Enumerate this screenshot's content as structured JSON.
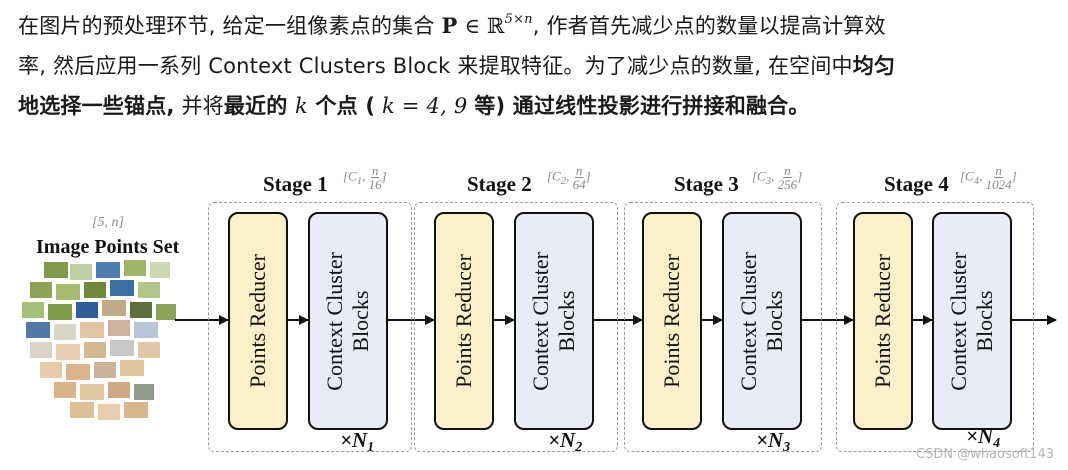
{
  "paragraph": {
    "line1_a": "在图片的预处理环节, 给定一组像素点的集合 ",
    "set_symbol": "P",
    "in_symbol": " ∈ ℝ",
    "set_exponent": "5×n",
    "line1_b": ", 作者首先减少点的数量以提高计算效",
    "line2": "率, 然后应用一系列 Context Clusters Block 来提取特征。为了减少点的数量, 在空间中",
    "bold1": "均匀",
    "bold2": "地选择一些锚点,",
    "line3_a": " 并将",
    "bold3": "最近的 ",
    "k_symbol": "k",
    "bold4": " 个点 (",
    "k_expr": " k = 4, 9 ",
    "bold5": "等) 通过线性投影进行拼接和融合。"
  },
  "diagram": {
    "input": {
      "label": "Image Points Set",
      "dim": "[5, n]"
    },
    "stages": [
      {
        "title": "Stage 1",
        "dim_prefix": "[C",
        "dim_sub": "1",
        "dim_num": "n",
        "dim_den": "16",
        "reducer": "Points Reducer",
        "cluster": "Context Cluster\nBlocks",
        "repeat": "N",
        "repeat_sub": "1"
      },
      {
        "title": "Stage 2",
        "dim_prefix": "[C",
        "dim_sub": "2",
        "dim_num": "n",
        "dim_den": "64",
        "reducer": "Points Reducer",
        "cluster": "Context Cluster\nBlocks",
        "repeat": "N",
        "repeat_sub": "2"
      },
      {
        "title": "Stage 3",
        "dim_prefix": "[C",
        "dim_sub": "3",
        "dim_num": "n",
        "dim_den": "256",
        "reducer": "Points Reducer",
        "cluster": "Context Cluster\nBlocks",
        "repeat": "N",
        "repeat_sub": "3"
      },
      {
        "title": "Stage 4",
        "dim_prefix": "[C",
        "dim_sub": "4",
        "dim_num": "n",
        "dim_den": "1024",
        "reducer": "Points Reducer",
        "cluster": "Context Cluster\nBlocks",
        "repeat": "N",
        "repeat_sub": "4"
      }
    ]
  },
  "watermark": "CSDN @whaosoft143",
  "colors": {
    "reducer_fill": "#fbf0c9",
    "cluster_fill": "#e8ecf7",
    "dashed_border": "#9a9a9a"
  }
}
